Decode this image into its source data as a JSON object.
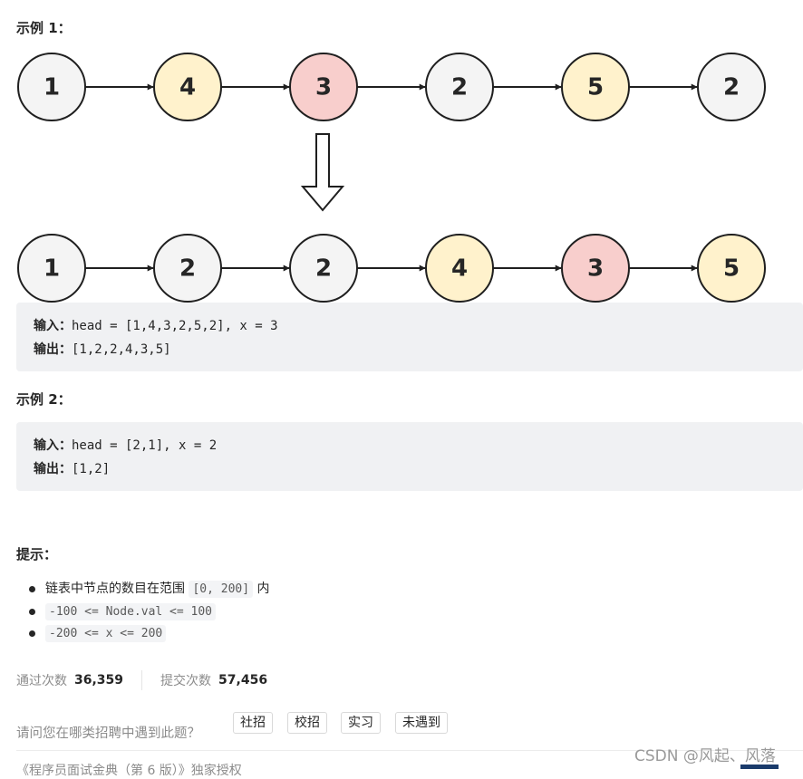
{
  "example1": {
    "heading": "示例 1：",
    "list_before": [
      "1",
      "4",
      "3",
      "2",
      "5",
      "2"
    ],
    "list_after": [
      "1",
      "2",
      "2",
      "4",
      "3",
      "5"
    ],
    "colors": {
      "gray": "#f4f4f4",
      "yellow": "#fff2cc",
      "red": "#f8cecc",
      "stroke": "#1f1f1f"
    },
    "input_label": "输入：",
    "input_value": "head = [1,4,3,2,5,2], x = 3",
    "output_label": "输出：",
    "output_value": "[1,2,2,4,3,5]"
  },
  "example2": {
    "heading": "示例 2：",
    "input_label": "输入：",
    "input_value": "head = [2,1], x = 2",
    "output_label": "输出：",
    "output_value": "[1,2]"
  },
  "hints": {
    "heading": "提示：",
    "item1_prefix": "链表中节点的数目在范围 ",
    "item1_code": "[0, 200]",
    "item1_suffix": " 内",
    "item2_code": "-100 <= Node.val <= 100",
    "item3_code": "-200 <= x <= 200"
  },
  "stats": {
    "accepted_label": "通过次数",
    "accepted_value": "36,359",
    "submitted_label": "提交次数",
    "submitted_value": "57,456"
  },
  "interview": {
    "question": "请问您在哪类招聘中遇到此题？",
    "tags": [
      "社招",
      "校招",
      "实习",
      "未遇到"
    ]
  },
  "bottom_text": "《程序员面试金典（第 6 版）》独家授权",
  "watermark": "CSDN @风起、风落"
}
